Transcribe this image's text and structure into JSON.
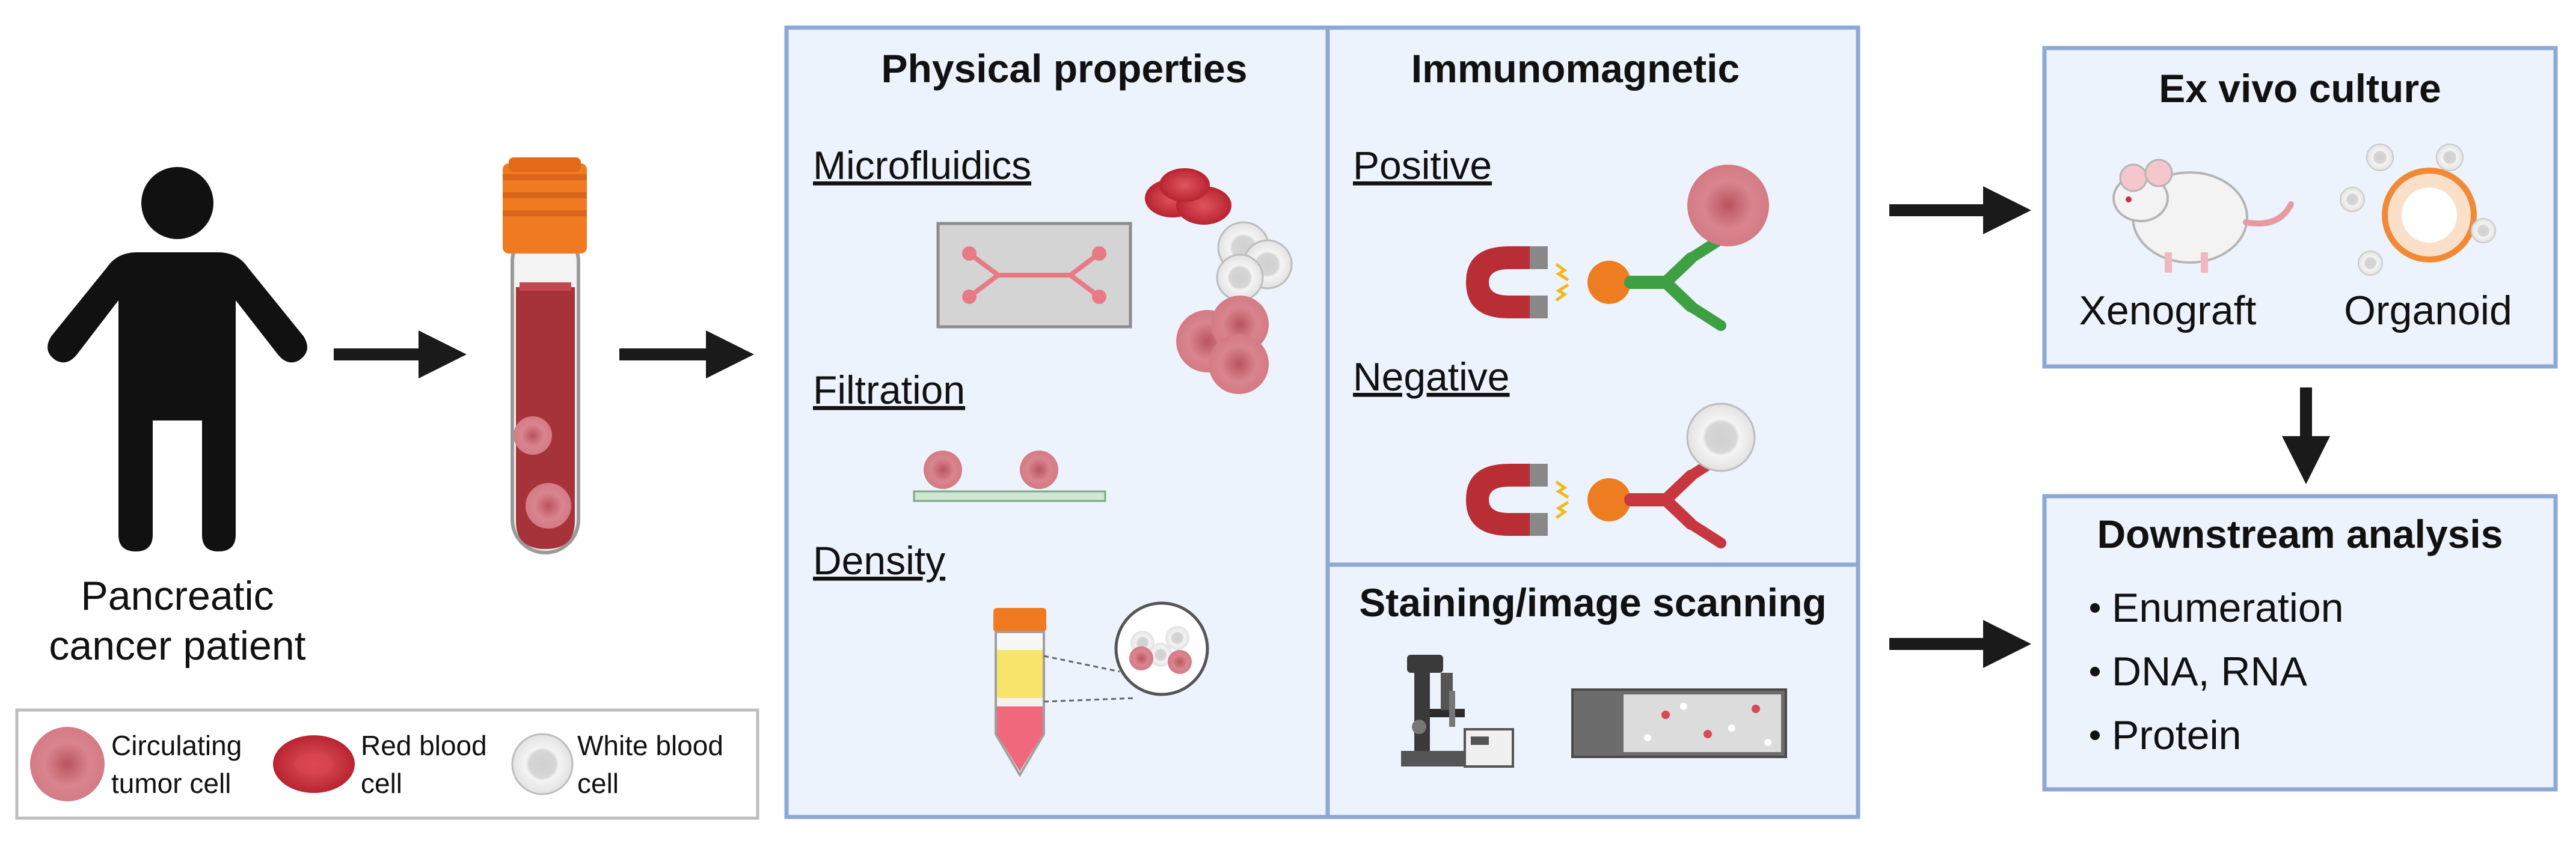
{
  "colors": {
    "panel_fill": "#edf3fc",
    "panel_border": "#8ea8d6",
    "blood": "#a7333a",
    "ctc": "#d87c86",
    "rbc": "#c4323d",
    "wbc": "#e6e6e6",
    "arrow": "#1a1a1a",
    "magnet_red": "#b92d35",
    "antibody_green": "#3ea043",
    "antibody_red": "#c8373f",
    "bead_orange": "#ee7d22",
    "cap_orange": "#f07a22",
    "density_yellow": "#f7e46a",
    "density_pink": "#f0687c"
  },
  "patient": {
    "label_line1": "Pancreatic",
    "label_line2": "cancer patient"
  },
  "legend": {
    "ctc_line1": "Circulating",
    "ctc_line2": "tumor cell",
    "rbc_line1": "Red blood",
    "rbc_line2": "cell",
    "wbc_line1": "White blood",
    "wbc_line2": "cell"
  },
  "physical": {
    "title": "Physical properties",
    "microfluidics": "Microfluidics",
    "filtration": "Filtration",
    "density": "Density"
  },
  "immuno": {
    "title": "Immunomagnetic",
    "positive": "Positive",
    "negative": "Negative"
  },
  "staining": {
    "title": "Staining/image scanning"
  },
  "exvivo": {
    "title": "Ex vivo culture",
    "xenograft": "Xenograft",
    "organoid": "Organoid"
  },
  "downstream": {
    "title": "Downstream analysis",
    "items": [
      "Enumeration",
      "DNA, RNA",
      "Protein"
    ]
  }
}
